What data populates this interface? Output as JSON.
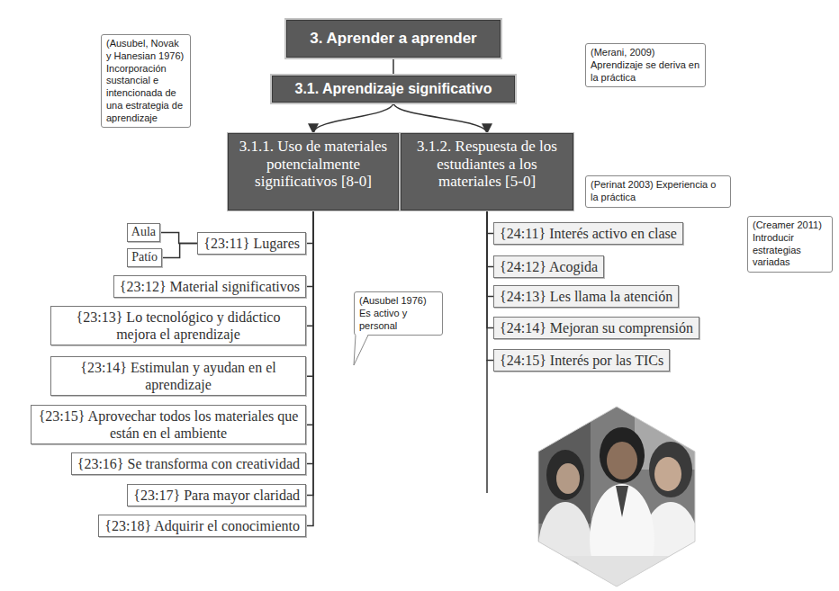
{
  "diagram": {
    "nodes": [
      {
        "text": [
          "3. Aprender a aprender"
        ]
      },
      {
        "text": [
          "3.1. Aprendizaje significativo"
        ]
      },
      {
        "text": [
          "3.1.1. Uso de materiales potencialmente significativos [8-0]"
        ]
      },
      {
        "text": [
          "3.1.2. Respuesta de los estudiantes a los materiales [5-0]"
        ]
      },
      {
        "text": [
          "(Ausubel, Novak y Hanesian 1976) Incorporación sustancial e intencionada de una estrategia de aprendizaje"
        ]
      },
      {
        "text": [
          "(Merani, 2009) Aprendizaje se deriva en la práctica"
        ]
      },
      {
        "text": [
          "(Perinat 2003) Experiencia o la práctica"
        ]
      },
      {
        "text": [
          "(Creamer 2011) Introducir estrategias variadas"
        ]
      },
      {
        "text": [
          "(Ausubel 1976) Es activo y personal"
        ]
      },
      {
        "text": [
          "Aula"
        ]
      },
      {
        "text": [
          "Patío"
        ]
      },
      {
        "text": [
          "{23:11} Lugares"
        ]
      },
      {
        "text": [
          "{23:12} Material significativos"
        ]
      },
      {
        "text": [
          "{23:13} Lo tecnológico y didáctico mejora el aprendizaje"
        ]
      },
      {
        "text": [
          "{23:14} Estimulan y ayudan en el aprendizaje"
        ]
      },
      {
        "text": [
          "{23:15} Aprovechar todos los materiales que están en el ambiente"
        ]
      },
      {
        "text": [
          "{23:16} Se transforma con creatividad"
        ]
      },
      {
        "text": [
          "{23:17} Para mayor claridad"
        ]
      },
      {
        "text": [
          "{23:18} Adquirir el conocimiento"
        ]
      },
      {
        "text": [
          "{24:11} Interés activo en clase"
        ]
      },
      {
        "text": [
          "{24:12} Acogida"
        ]
      },
      {
        "text": [
          "{24:13} Les llama la atención"
        ]
      },
      {
        "text": [
          "{24:14} Mejoran su comprensión"
        ]
      },
      {
        "text": [
          "{24:15} Interés por las TICs"
        ]
      }
    ],
    "edges": [
      {
        "from": 0,
        "to": 1,
        "arrow": "none"
      },
      {
        "from": 1,
        "to": 2,
        "arrow": "to"
      },
      {
        "from": 1,
        "to": 3,
        "arrow": "to"
      },
      {
        "from": 2,
        "to": 11,
        "arrow": "none"
      },
      {
        "from": 2,
        "to": 12,
        "arrow": "none"
      },
      {
        "from": 2,
        "to": 13,
        "arrow": "none"
      },
      {
        "from": 2,
        "to": 14,
        "arrow": "none"
      },
      {
        "from": 2,
        "to": 15,
        "arrow": "none"
      },
      {
        "from": 2,
        "to": 16,
        "arrow": "none"
      },
      {
        "from": 2,
        "to": 17,
        "arrow": "none"
      },
      {
        "from": 2,
        "to": 18,
        "arrow": "none"
      },
      {
        "from": 11,
        "to": 9,
        "arrow": "none"
      },
      {
        "from": 11,
        "to": 10,
        "arrow": "none"
      },
      {
        "from": 3,
        "to": 19,
        "arrow": "none"
      },
      {
        "from": 3,
        "to": 20,
        "arrow": "none"
      },
      {
        "from": 3,
        "to": 21,
        "arrow": "none"
      },
      {
        "from": 3,
        "to": 22,
        "arrow": "none"
      },
      {
        "from": 3,
        "to": 23,
        "arrow": "none"
      }
    ]
  }
}
